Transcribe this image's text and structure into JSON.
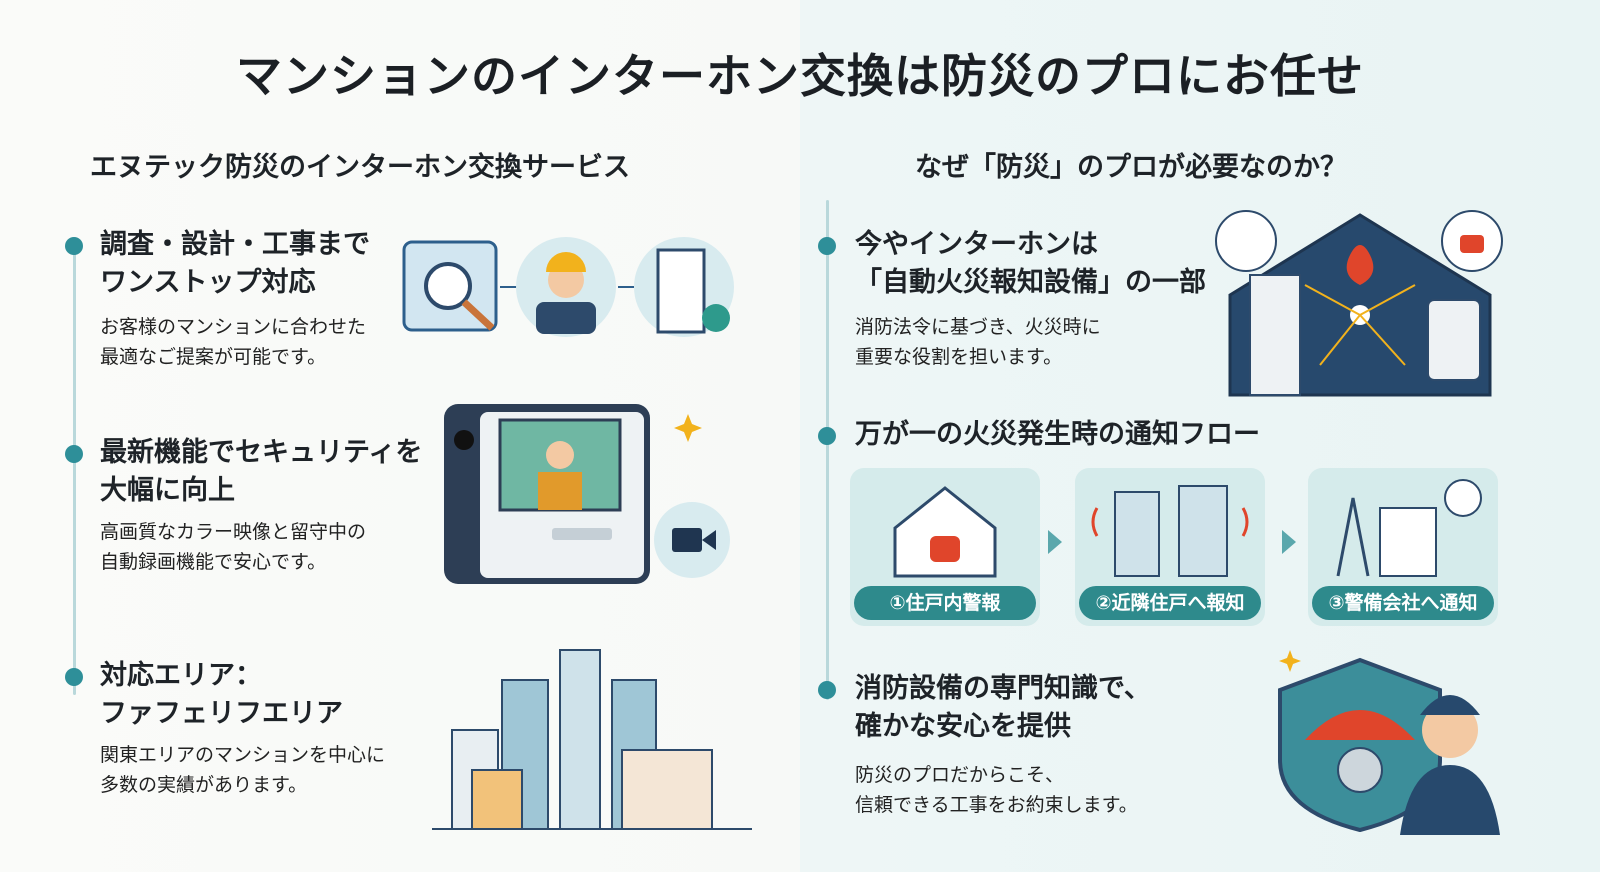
{
  "title": "マンションのインターホン交換は防災のプロにお任せ",
  "left": {
    "heading": "エヌテック防災のインターホン交換サービス",
    "items": [
      {
        "title_1": "調査・設計・工事まで",
        "title_2": "ワンストップ対応",
        "desc_1": "お客様のマンションに合わせた",
        "desc_2": "最適なご提案が可能です。"
      },
      {
        "title_1": "最新機能でセキュリティを",
        "title_2": "大幅に向上",
        "desc_1": "高画質なカラー映像と留守中の",
        "desc_2": "自動録画機能で安心です。"
      },
      {
        "title_1": "対応エリア：",
        "title_2": "ファフェリフエリア",
        "desc_1": "関東エリアのマンションを中心に",
        "desc_2": "多数の実績があります。"
      }
    ]
  },
  "right": {
    "heading": "なぜ「防災」のプロが必要なのか？",
    "items": [
      {
        "title_1": "今やインターホンは",
        "title_2": "「自動火災報知設備」の一部",
        "desc_1": "消防法令に基づき、火災時に",
        "desc_2": "重要な役割を担います。"
      },
      {
        "title_1": "万が一の火災発生時の通知フロー"
      },
      {
        "title_1": "消防設備の専門知識で、",
        "title_2": "確かな安心を提供",
        "desc_1": "防災のプロだからこそ、",
        "desc_2": "信頼できる工事をお約束します。"
      }
    ],
    "flow": [
      "①住戸内警報",
      "②近隣住戸へ報知",
      "③警備会社へ通知"
    ]
  },
  "colors": {
    "accent": "#2e8f99",
    "pill": "#2e8a8c",
    "card": "#d5ebeb",
    "alert": "#e0452b",
    "navy": "#2d4a6b"
  }
}
